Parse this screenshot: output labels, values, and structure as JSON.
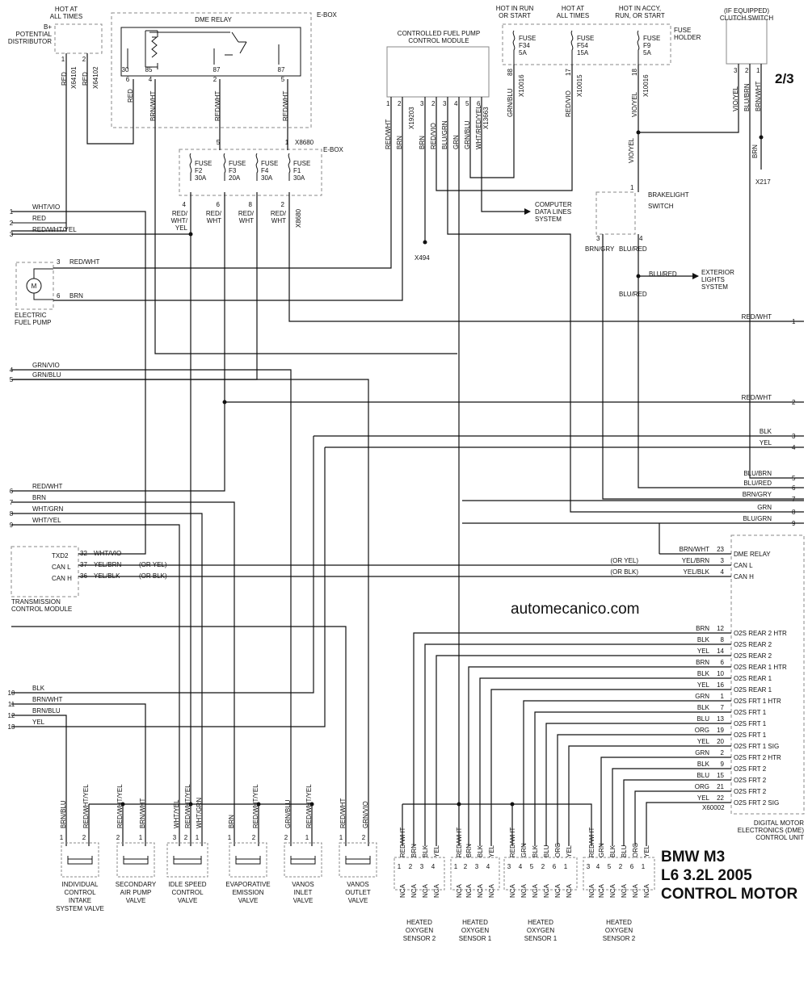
{
  "page_number": "2/3",
  "watermark": "automecanico.com",
  "title": [
    "BMW M3",
    "L6 3.2L 2005",
    "CONTROL MOTOR"
  ],
  "components": {
    "hot_at_all_times_1": [
      "HOT AT",
      "ALL TIMES"
    ],
    "potential_distributor": [
      "B+",
      "POTENTIAL",
      "DISTRIBUTOR"
    ],
    "dme_relay": "DME RELAY",
    "ebox": "E-BOX",
    "fuel_pump_module": [
      "CONTROLLED FUEL PUMP",
      "CONTROL MODULE"
    ],
    "hot_run_start": [
      "HOT IN RUN",
      "OR START"
    ],
    "hot_all_times_2": [
      "HOT AT",
      "ALL TIMES"
    ],
    "hot_accy": [
      "HOT IN ACCY,",
      "RUN, OR START"
    ],
    "fuse_holder": [
      "FUSE",
      "HOLDER"
    ],
    "clutch_switch": [
      "(IF EQUIPPED)",
      "CLUTCH SWITCH"
    ],
    "computer_data_lines": [
      "COMPUTER",
      "DATA LINES",
      "SYSTEM"
    ],
    "brakelight_switch": [
      "BRAKELIGHT",
      "SWITCH"
    ],
    "exterior_lights": [
      "EXTERIOR",
      "LIGHTS",
      "SYSTEM"
    ],
    "electric_fuel_pump": [
      "ELECTRIC",
      "FUEL PUMP"
    ],
    "transmission_module": [
      "TRANSMISSION",
      "CONTROL MODULE"
    ],
    "dme_unit": [
      "DIGITAL MOTOR",
      "ELECTRONICS (DME)",
      "CONTROL UNIT"
    ],
    "tcm_pins": [
      "TXD2",
      "CAN L",
      "CAN H"
    ],
    "tcm_wires": [
      [
        "32",
        "WHT/VIO",
        ""
      ],
      [
        "37",
        "YEL/BRN",
        "(OR YEL)"
      ],
      [
        "36",
        "YEL/BLK",
        "(OR BLK)"
      ]
    ]
  },
  "fuses_top": [
    {
      "name": "FUSE",
      "id": "F34",
      "amp": "5A",
      "wire": "GRN/BLU",
      "pin": "88",
      "conn": "X10016"
    },
    {
      "name": "FUSE",
      "id": "F54",
      "amp": "15A",
      "wire": "RED/VIO",
      "pin": "17",
      "conn": "X10015"
    },
    {
      "name": "FUSE",
      "id": "F9",
      "amp": "5A",
      "wire": "VIO/YEL",
      "pin": "18",
      "conn": "X10016"
    }
  ],
  "fuses_ebox": [
    {
      "name": "FUSE",
      "id": "F2",
      "amp": "30A",
      "pin": "4",
      "wire": [
        "RED/",
        "WHT/",
        "YEL"
      ]
    },
    {
      "name": "FUSE",
      "id": "F3",
      "amp": "20A",
      "pin": "6",
      "wire": [
        "RED/",
        "WHT"
      ]
    },
    {
      "name": "FUSE",
      "id": "F4",
      "amp": "30A",
      "pin": "8",
      "wire": [
        "RED/",
        "WHT"
      ]
    },
    {
      "name": "FUSE",
      "id": "F1",
      "amp": "30A",
      "pin": "2",
      "wire": [
        "RED/",
        "WHT"
      ]
    }
  ],
  "misc_labels": {
    "x64101": "X64101",
    "x64102": "X64102",
    "x8680": "X8680",
    "x19203": "X19203",
    "x13663": "X13663",
    "x494": "X494",
    "x217": "X217",
    "x60002": "X60002",
    "x8680b": "X8680"
  },
  "left_wires": [
    {
      "n": "1",
      "label": "WHT/VIO"
    },
    {
      "n": "2",
      "label": "RED"
    },
    {
      "n": "3",
      "label": "RED/WHT/YEL"
    },
    {
      "n": "4",
      "label": "GRN/VIO"
    },
    {
      "n": "5",
      "label": "GRN/BLU"
    },
    {
      "n": "6",
      "label": "RED/WHT"
    },
    {
      "n": "7",
      "label": "BRN"
    },
    {
      "n": "8",
      "label": "WHT/GRN"
    },
    {
      "n": "9",
      "label": "WHT/YEL"
    },
    {
      "n": "10",
      "label": "BLK"
    },
    {
      "n": "11",
      "label": "BRN/WHT"
    },
    {
      "n": "12",
      "label": "BRN/BLU"
    },
    {
      "n": "13",
      "label": "YEL"
    }
  ],
  "right_wires": [
    {
      "n": "1",
      "label": "RED/WHT"
    },
    {
      "n": "2",
      "label": "RED/WHT"
    },
    {
      "n": "3",
      "label": "BLK"
    },
    {
      "n": "4",
      "label": "YEL"
    },
    {
      "n": "5",
      "label": "BLU/BRN"
    },
    {
      "n": "6",
      "label": "BLU/RED"
    },
    {
      "n": "7",
      "label": "BRN/GRY"
    },
    {
      "n": "8",
      "label": "GRN"
    },
    {
      "n": "9",
      "label": "BLU/GRN"
    }
  ],
  "dme_pins": [
    {
      "wire": "BRN/WHT",
      "pin": "23",
      "name": "DME RELAY"
    },
    {
      "wire": "YEL/BRN",
      "pin": "3",
      "name": "CAN L",
      "alt": "(OR YEL)"
    },
    {
      "wire": "YEL/BLK",
      "pin": "4",
      "name": "CAN H",
      "alt": "(OR BLK)"
    },
    {
      "wire": "BRN",
      "pin": "12",
      "name": "O2S REAR 2 HTR"
    },
    {
      "wire": "BLK",
      "pin": "8",
      "name": "O2S REAR 2"
    },
    {
      "wire": "YEL",
      "pin": "14",
      "name": "O2S REAR 2"
    },
    {
      "wire": "BRN",
      "pin": "6",
      "name": "O2S REAR 1 HTR"
    },
    {
      "wire": "BLK",
      "pin": "10",
      "name": "O2S REAR 1"
    },
    {
      "wire": "YEL",
      "pin": "16",
      "name": "O2S REAR 1"
    },
    {
      "wire": "GRN",
      "pin": "1",
      "name": "O2S FRT 1 HTR"
    },
    {
      "wire": "BLK",
      "pin": "7",
      "name": "O2S FRT 1"
    },
    {
      "wire": "BLU",
      "pin": "13",
      "name": "O2S FRT 1"
    },
    {
      "wire": "ORG",
      "pin": "19",
      "name": "O2S FRT 1"
    },
    {
      "wire": "YEL",
      "pin": "20",
      "name": "O2S FRT 1 SIG"
    },
    {
      "wire": "GRN",
      "pin": "2",
      "name": "O2S FRT 2 HTR"
    },
    {
      "wire": "BLK",
      "pin": "9",
      "name": "O2S FRT 2"
    },
    {
      "wire": "BLU",
      "pin": "15",
      "name": "O2S FRT 2"
    },
    {
      "wire": "ORG",
      "pin": "21",
      "name": "O2S FRT 2"
    },
    {
      "wire": "YEL",
      "pin": "22",
      "name": "O2S FRT 2 SIG"
    }
  ],
  "bottom_components": [
    {
      "name": [
        "INDIVIDUAL",
        "CONTROL",
        "INTAKE",
        "SYSTEM VALVE"
      ],
      "wires": [
        "BRN/BLU",
        "RED/WHT/YEL"
      ],
      "pins": [
        "1",
        "2"
      ]
    },
    {
      "name": [
        "SECONDARY",
        "AIR PUMP",
        "VALVE"
      ],
      "wires": [
        "RED/WHT/YEL",
        "BRN/WHT"
      ],
      "pins": [
        "2",
        "1"
      ]
    },
    {
      "name": [
        "IDLE SPEED",
        "CONTROL",
        "VALVE"
      ],
      "wires": [
        "WHT/YEL",
        "RED/WHT/YEL",
        "WHT/GRN"
      ],
      "pins": [
        "3",
        "2",
        "1"
      ]
    },
    {
      "name": [
        "EVAPORATIVE",
        "EMISSION",
        "VALVE"
      ],
      "wires": [
        "BRN",
        "RED/WHT/YEL"
      ],
      "pins": [
        "1",
        "2"
      ]
    },
    {
      "name": [
        "VANOS",
        "INLET",
        "VALVE"
      ],
      "wires": [
        "GRN/BLU",
        "RED/WHT/YEL"
      ],
      "pins": [
        "2",
        "1"
      ]
    },
    {
      "name": [
        "VANOS",
        "OUTLET",
        "VALVE"
      ],
      "wires": [
        "RED/WHT",
        "GRN/VIO"
      ],
      "pins": [
        "1",
        "2"
      ]
    }
  ],
  "sensors": [
    {
      "name": [
        "HEATED",
        "OXYGEN",
        "SENSOR 2"
      ],
      "wires": [
        "RED/WHT",
        "BRN",
        "BLK",
        "YEL"
      ],
      "pins": [
        "1",
        "2",
        "3",
        "4"
      ]
    },
    {
      "name": [
        "HEATED",
        "OXYGEN",
        "SENSOR 1"
      ],
      "wires": [
        "RED/WHT",
        "BRN",
        "BLK",
        "YEL"
      ],
      "pins": [
        "1",
        "2",
        "3",
        "4"
      ]
    },
    {
      "name": [
        "HEATED",
        "OXYGEN",
        "SENSOR 1"
      ],
      "wires": [
        "RED/WHT",
        "GRN",
        "BLK",
        "BLU",
        "ORG",
        "YEL"
      ],
      "pins": [
        "3",
        "4",
        "5",
        "2",
        "6",
        "1"
      ]
    },
    {
      "name": [
        "HEATED",
        "OXYGEN",
        "SENSOR 2"
      ],
      "wires": [
        "RED/WHT",
        "GRN",
        "BLK",
        "BLU",
        "ORG",
        "YEL"
      ],
      "pins": [
        "3",
        "4",
        "5",
        "2",
        "6",
        "1"
      ]
    }
  ],
  "nca": "NCA",
  "fuel_pump_pins": [
    {
      "pin": "1",
      "wire": "RED/WHT"
    },
    {
      "pin": "2",
      "wire": "BRN"
    },
    {
      "pin": "3",
      "wire": "BRN"
    },
    {
      "pin": "2",
      "wire": "RED/VIO"
    },
    {
      "pin": "3",
      "wire": "BLU/GRN"
    },
    {
      "pin": "4",
      "wire": "GRN"
    },
    {
      "pin": "5",
      "wire": "GRN/BLU"
    },
    {
      "pin": "6",
      "wire": "WHT/RED/YEL"
    }
  ],
  "clutch_pins": [
    {
      "pin": "3",
      "wire": "VIO/YEL"
    },
    {
      "pin": "2",
      "wire": "BLU/BRN"
    },
    {
      "pin": "1",
      "wire": "BRN/WHT"
    }
  ],
  "brake_pins": {
    "top": "1",
    "wire_top": "VIO/YEL",
    "p3": "3",
    "w3": "BRN/GRY",
    "p4": "4",
    "w4": "BLU/RED",
    "out": "BLU/RED",
    "out2": "BLU/RED"
  },
  "relay_pins": {
    "p30": "30",
    "p85": "85",
    "p87a": "87",
    "p87b": "87",
    "w6": "RED",
    "w4": "BRN/WHT",
    "w2": "RED/WHT",
    "w5": "RED/WHT",
    "n6": "6",
    "n4": "4",
    "n2": "2",
    "n5": "5"
  },
  "pump_wires": [
    {
      "n": "3",
      "w": "RED/WHT"
    },
    {
      "n": "6",
      "w": "BRN"
    }
  ],
  "dist_pins": [
    {
      "n": "1",
      "w": "RED"
    },
    {
      "n": "2",
      "w": "RED"
    }
  ],
  "clutch_brn": "BRN",
  "ebox_in": [
    "5",
    "1"
  ]
}
